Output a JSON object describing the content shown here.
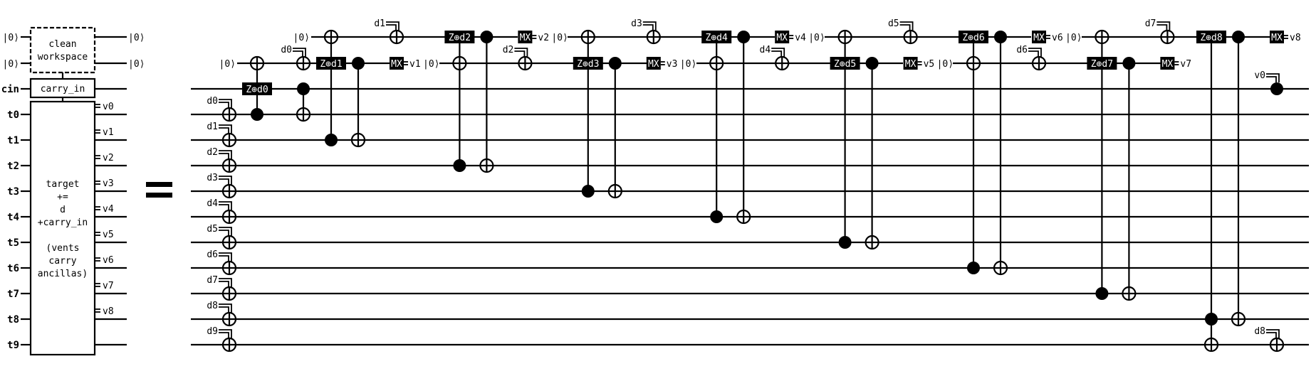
{
  "left": {
    "workspace_label": [
      "clean",
      "workspace"
    ],
    "init_labels": [
      "|0⟩",
      "|0⟩"
    ],
    "out_labels": [
      "|0⟩",
      "|0⟩"
    ],
    "cin_label": "cin",
    "carry_box": "carry_in",
    "target_lines": [
      "target",
      "+=",
      "d",
      "+carry_in",
      "",
      "(vents",
      "carry",
      "ancillas)"
    ],
    "wires": [
      "t0",
      "t1",
      "t2",
      "t3",
      "t4",
      "t5",
      "t6",
      "t7",
      "t8",
      "t9"
    ],
    "vents": [
      "v0",
      "v1",
      "v2",
      "v3",
      "v4",
      "v5",
      "v6",
      "v7",
      "v8"
    ]
  },
  "equals": "=",
  "right": {
    "zero": "|0⟩",
    "mx": "MX",
    "data_inputs": [
      "d0",
      "d1",
      "d2",
      "d3",
      "d4",
      "d5",
      "d6",
      "d7",
      "d8",
      "d9"
    ],
    "step0": {
      "gate": "Z⊕d0",
      "classical": "d0"
    },
    "steps": [
      {
        "gate": "Z⊕d1",
        "classical": "d1",
        "vent": "v1"
      },
      {
        "gate": "Z⊕d2",
        "classical": "d2",
        "vent": "v2"
      },
      {
        "gate": "Z⊕d3",
        "classical": "d3",
        "vent": "v3"
      },
      {
        "gate": "Z⊕d4",
        "classical": "d4",
        "vent": "v4"
      },
      {
        "gate": "Z⊕d5",
        "classical": "d5",
        "vent": "v5"
      },
      {
        "gate": "Z⊕d6",
        "classical": "d6",
        "vent": "v6"
      },
      {
        "gate": "Z⊕d7",
        "classical": "d7",
        "vent": "v7"
      },
      {
        "gate": "Z⊕d8",
        "vent": "v8"
      }
    ],
    "final": {
      "control": "v0",
      "classical": "d8"
    }
  }
}
